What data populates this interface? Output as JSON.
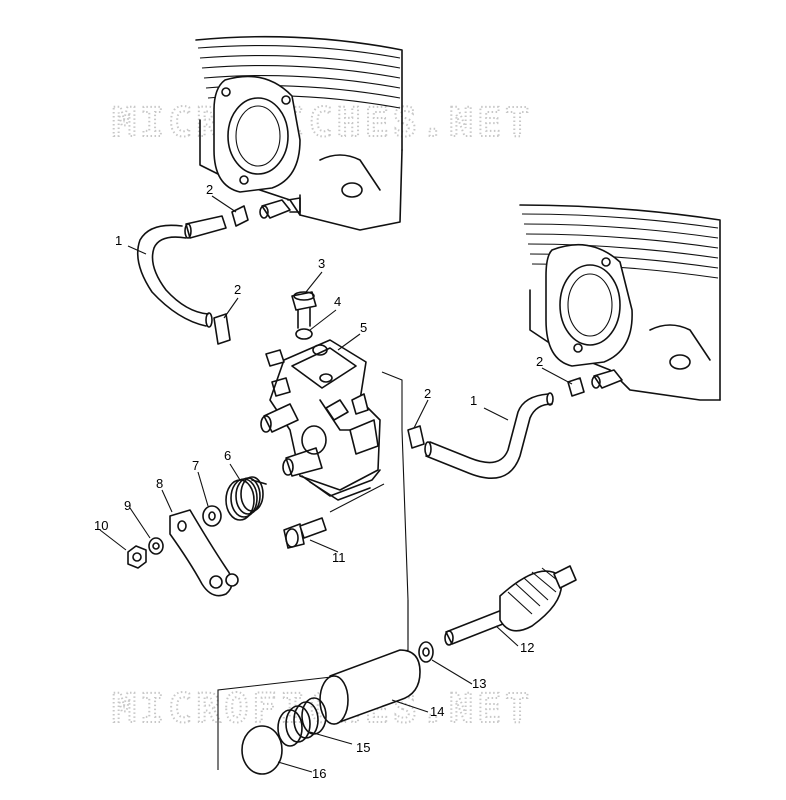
{
  "watermark": "MICROFICHES.NET",
  "callouts": [
    {
      "id": "c1a",
      "label": "1"
    },
    {
      "id": "c2a",
      "label": "2"
    },
    {
      "id": "c3",
      "label": "3"
    },
    {
      "id": "c2b",
      "label": "2"
    },
    {
      "id": "c4",
      "label": "4"
    },
    {
      "id": "c5",
      "label": "5"
    },
    {
      "id": "c2c",
      "label": "2"
    },
    {
      "id": "c2d",
      "label": "2"
    },
    {
      "id": "c1b",
      "label": "1"
    },
    {
      "id": "c6",
      "label": "6"
    },
    {
      "id": "c7",
      "label": "7"
    },
    {
      "id": "c8",
      "label": "8"
    },
    {
      "id": "c9",
      "label": "9"
    },
    {
      "id": "c10",
      "label": "10"
    },
    {
      "id": "c11",
      "label": "11"
    },
    {
      "id": "c12",
      "label": "12"
    },
    {
      "id": "c13",
      "label": "13"
    },
    {
      "id": "c14",
      "label": "14"
    },
    {
      "id": "c15",
      "label": "15"
    },
    {
      "id": "c16",
      "label": "16"
    }
  ]
}
